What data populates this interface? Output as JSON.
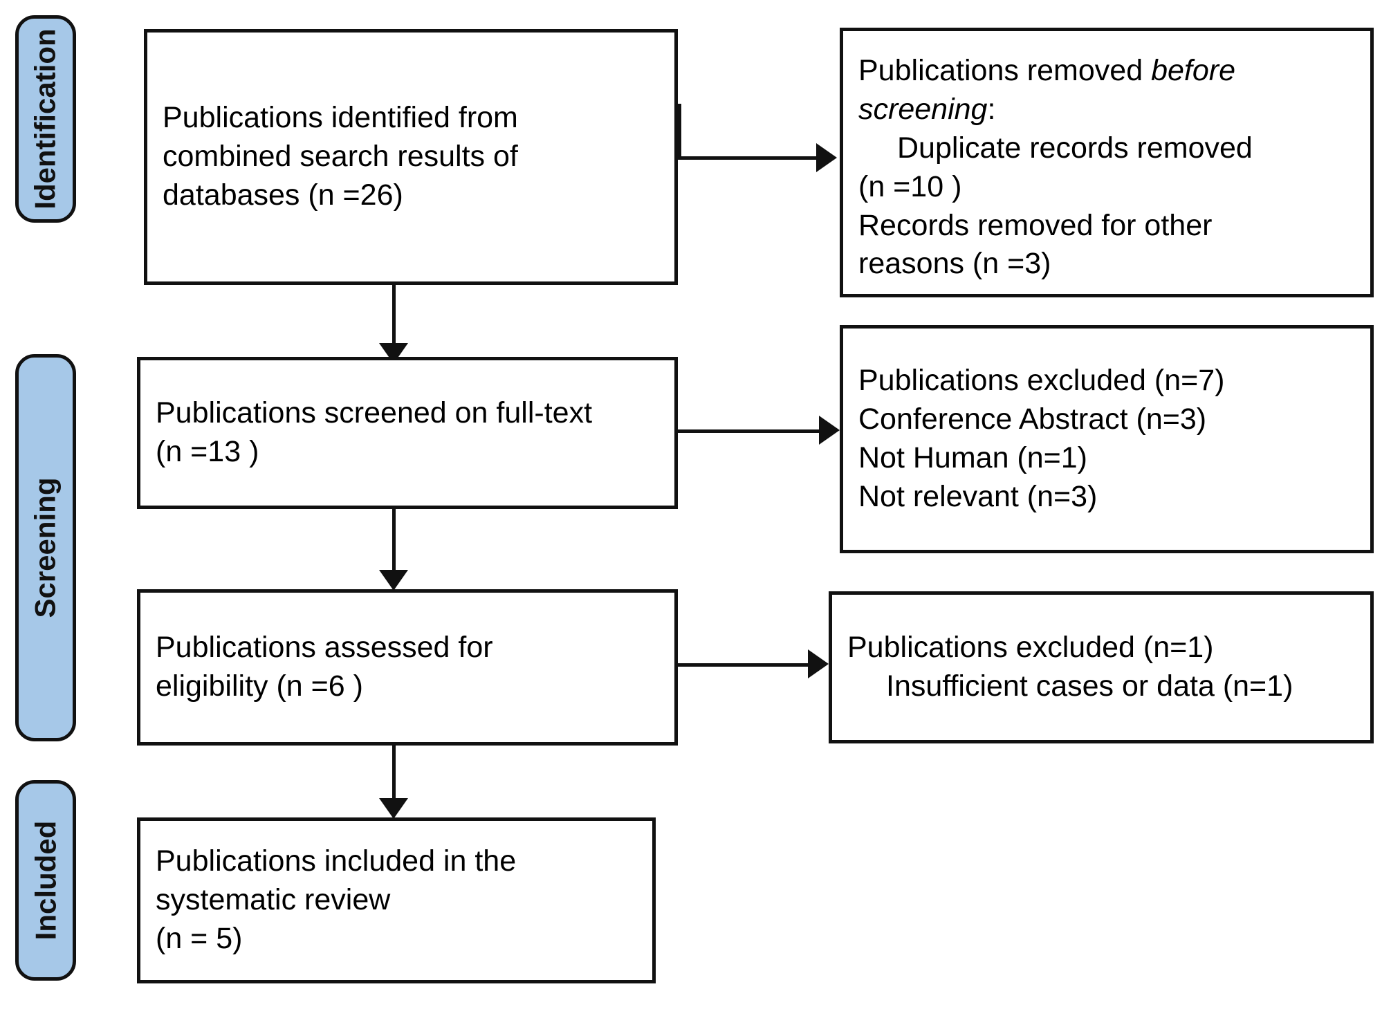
{
  "diagram": {
    "title": "PRISMA flow diagram",
    "accent_color": "#a6c8e8",
    "line_color": "#111111",
    "background_color": "#ffffff"
  },
  "stages": [
    {
      "id": "identification",
      "label": "Identification"
    },
    {
      "id": "screening",
      "label": "Screening"
    },
    {
      "id": "included",
      "label": "Included"
    }
  ],
  "boxes": {
    "identified": {
      "lines": [
        "Publications identified from",
        "combined search results of",
        "databases (n =26)"
      ]
    },
    "removed_before_screening": {
      "lines": [
        "Publications removed ",
        "before screening",
        ":",
        "Duplicate records removed",
        "(n =10 )",
        "Records removed for other",
        "reasons (n =3)"
      ],
      "line1a": "Publications removed ",
      "line1b": "before",
      "line2a": "screening",
      "line2b": ":",
      "line3": "Duplicate records removed",
      "line4": "(n =10 )",
      "line5": "Records removed for other",
      "line6": "reasons (n =3)"
    },
    "screened_fulltext": {
      "line1": "Publications screened on full-text",
      "line2": "(n =13 )"
    },
    "excluded_screening": {
      "line1": "Publications excluded (n=7)",
      "line2": "Conference Abstract (n=3)",
      "line3": "Not Human (n=1)",
      "line4": "Not relevant (n=3)"
    },
    "assessed_eligibility": {
      "line1": "Publications assessed for",
      "line2": "eligibility (n =6 )"
    },
    "excluded_eligibility": {
      "line1": "Publications excluded (n=1)",
      "line2": "Insufficient cases or data (n=1)"
    },
    "included_review": {
      "line1": "Publications included in the",
      "line2": "systematic review",
      "line3": "(n = 5)"
    }
  },
  "chart_data": {
    "type": "diagram",
    "title": "PRISMA flow diagram",
    "nodes": [
      {
        "id": "identified",
        "stage": "Identification",
        "label": "Publications identified from combined search results of databases",
        "n": 26
      },
      {
        "id": "removed_before_screening",
        "stage": "Identification",
        "label": "Publications removed before screening",
        "children": [
          {
            "label": "Duplicate records removed",
            "n": 10
          },
          {
            "label": "Records removed for other reasons",
            "n": 3
          }
        ]
      },
      {
        "id": "screened_fulltext",
        "stage": "Screening",
        "label": "Publications screened on full-text",
        "n": 13
      },
      {
        "id": "excluded_screening",
        "stage": "Screening",
        "label": "Publications excluded",
        "n": 7,
        "children": [
          {
            "label": "Conference Abstract",
            "n": 3
          },
          {
            "label": "Not Human",
            "n": 1
          },
          {
            "label": "Not relevant",
            "n": 3
          }
        ]
      },
      {
        "id": "assessed_eligibility",
        "stage": "Screening",
        "label": "Publications assessed for eligibility",
        "n": 6
      },
      {
        "id": "excluded_eligibility",
        "stage": "Screening",
        "label": "Publications excluded",
        "n": 1,
        "children": [
          {
            "label": "Insufficient cases or data",
            "n": 1
          }
        ]
      },
      {
        "id": "included_review",
        "stage": "Included",
        "label": "Publications included in the systematic review",
        "n": 5
      }
    ],
    "edges": [
      {
        "from": "identified",
        "to": "removed_before_screening",
        "direction": "right"
      },
      {
        "from": "identified",
        "to": "screened_fulltext",
        "direction": "down"
      },
      {
        "from": "screened_fulltext",
        "to": "excluded_screening",
        "direction": "right"
      },
      {
        "from": "screened_fulltext",
        "to": "assessed_eligibility",
        "direction": "down"
      },
      {
        "from": "assessed_eligibility",
        "to": "excluded_eligibility",
        "direction": "right"
      },
      {
        "from": "assessed_eligibility",
        "to": "included_review",
        "direction": "down"
      }
    ]
  }
}
